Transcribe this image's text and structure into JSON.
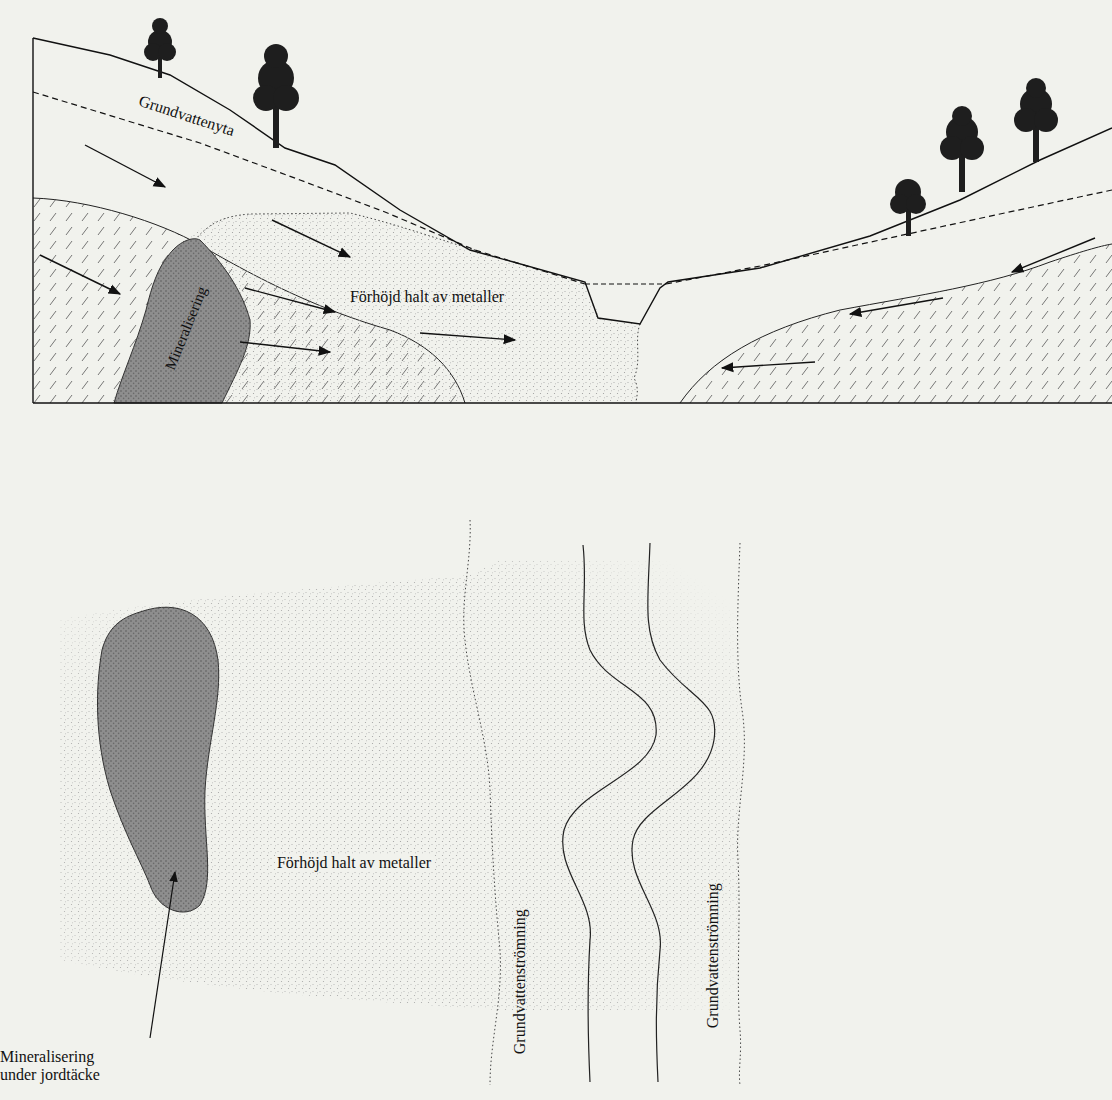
{
  "diagram": {
    "labels": [
      "Grundvattenyta",
      "Mineralisering",
      "Förhöjd halt av metaller",
      "Förhöjd halt av metaller",
      "Grundvattenströmning",
      "Grundvattenströmning",
      "Mineralisering under jordtäcke"
    ]
  }
}
